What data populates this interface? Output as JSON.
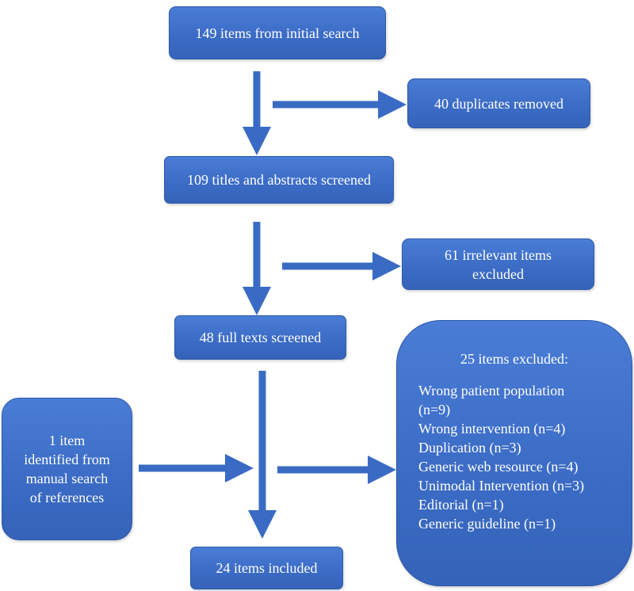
{
  "boxes": {
    "initial_search": "149 items from initial search",
    "duplicates": "40 duplicates removed",
    "titles_screened": "109 titles and abstracts screened",
    "irrelevant": [
      "61 irrelevant items",
      "excluded"
    ],
    "full_texts": "48 full texts screened",
    "excluded_title": "25 items excluded:",
    "excluded_reasons": [
      "Wrong patient population",
      "(n=9)",
      "Wrong intervention (n=4)",
      "Duplication (n=3)",
      "Generic web resource (n=4)",
      "Unimodal Intervention (n=3)",
      "Editorial (n=1)",
      "Generic guideline (n=1)"
    ],
    "manual_search": [
      "1 item",
      "identified from",
      "manual search",
      "of references"
    ],
    "included": "24 items included"
  },
  "colors": {
    "box_fill": "#3c6cc6",
    "arrow": "#3a6bc4",
    "text": "#ffffff"
  }
}
